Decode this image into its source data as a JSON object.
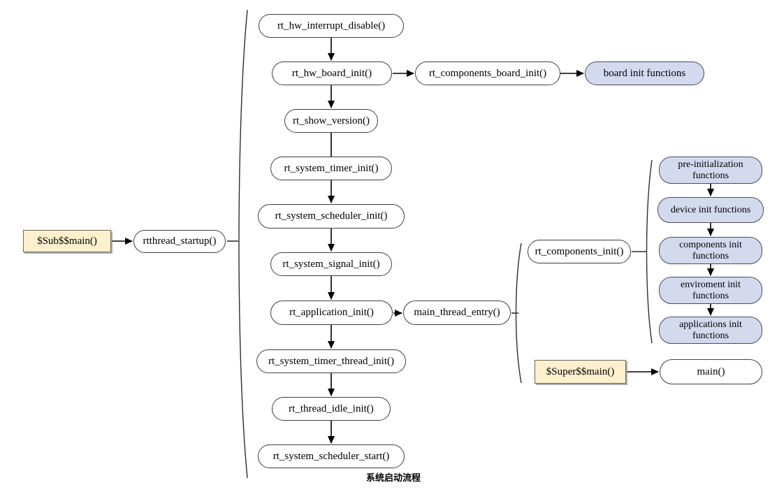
{
  "diagram": {
    "caption": "系统启动流程",
    "colors": {
      "node_fill": "#ffffff",
      "node_border": "#3f3f3f",
      "yellow_fill": "#fcf0cd",
      "blue_fill": "#d3daee",
      "arrow": "#000000"
    },
    "nodes": {
      "sub_main": "$Sub$$main()",
      "rtthread_startup": "rtthread_startup()",
      "rt_hw_interrupt_disable": "rt_hw_interrupt_disable()",
      "rt_hw_board_init": "rt_hw_board_init()",
      "rt_components_board_init": "rt_components_board_init()",
      "board_init_functions": "board init functions",
      "rt_show_version": "rt_show_version()",
      "rt_system_timer_init": "rt_system_timer_init()",
      "rt_system_scheduler_init": "rt_system_scheduler_init()",
      "rt_system_signal_init": "rt_system_signal_init()",
      "rt_application_init": "rt_application_init()",
      "main_thread_entry": "main_thread_entry()",
      "rt_components_init": "rt_components_init()",
      "pre_initialization_functions": "pre-initialization functions",
      "device_init_functions": "device init functions",
      "components_init_functions": "components init functions",
      "enviroment_init_functions": "enviroment init functions",
      "applications_init_functions": "applications init functions",
      "super_main": "$Super$$main()",
      "main_fn": "main()",
      "rt_system_timer_thread_init": "rt_system_timer_thread_init()",
      "rt_thread_idle_init": "rt_thread_idle_init()",
      "rt_system_scheduler_start": "rt_system_scheduler_start()"
    }
  }
}
